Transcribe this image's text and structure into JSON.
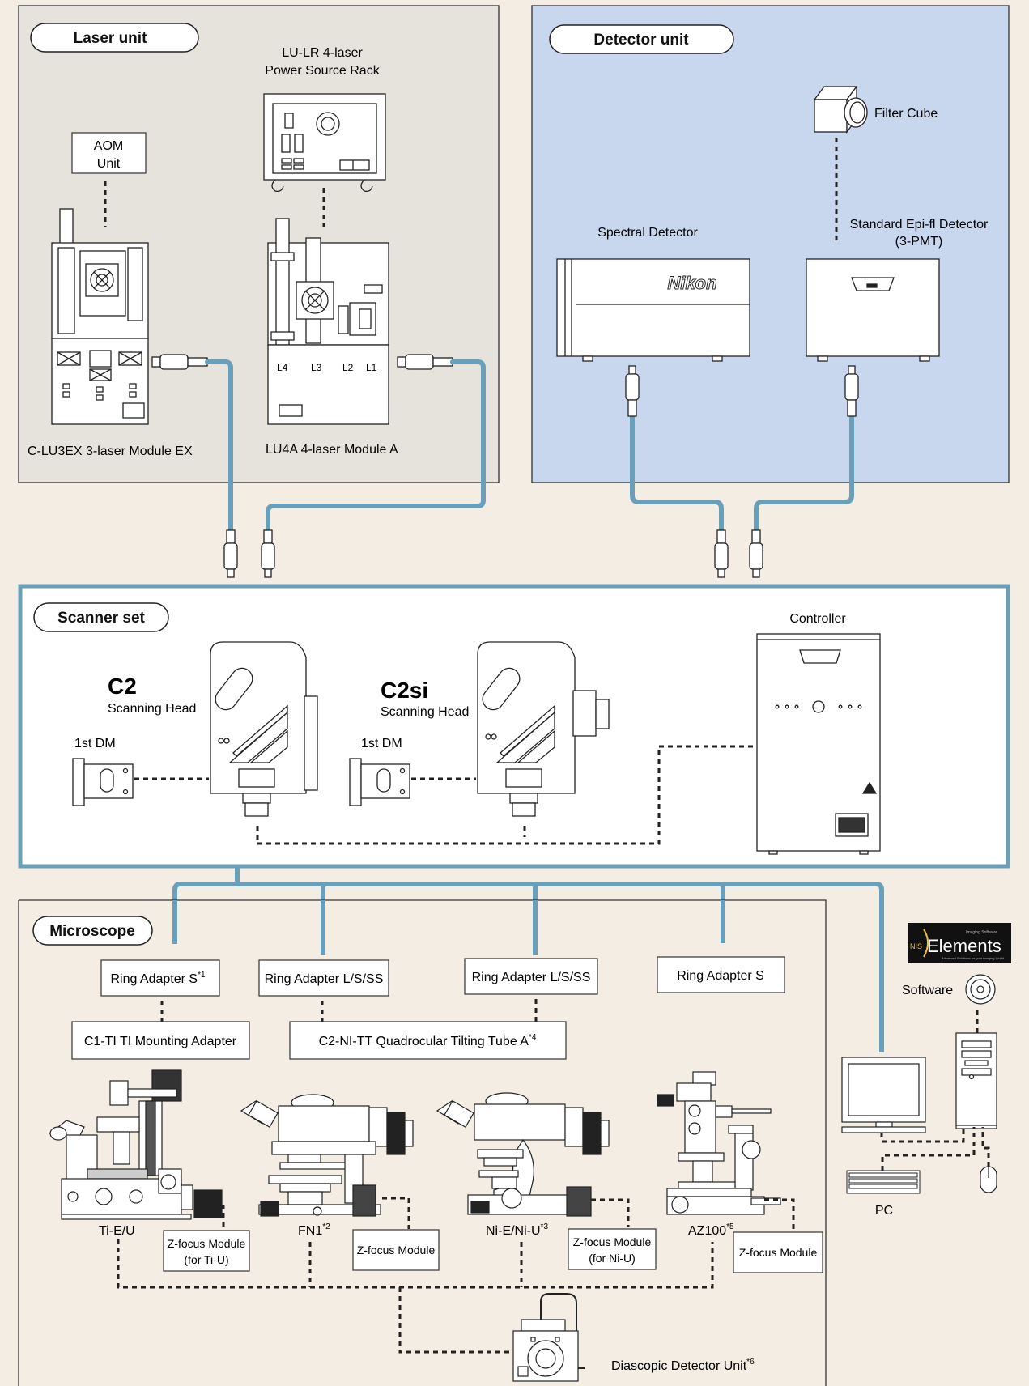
{
  "sections": {
    "laser_unit": "Laser unit",
    "detector_unit": "Detector unit",
    "scanner_set": "Scanner set",
    "microscope": "Microscope"
  },
  "laser": {
    "rack_line1": "LU-LR 4-laser",
    "rack_line2": "Power Source Rack",
    "aom_line1": "AOM",
    "aom_line2": "Unit",
    "module_ex": "C-LU3EX 3-laser Module EX",
    "module_a": "LU4A 4-laser Module A",
    "ports": [
      "L4",
      "L3",
      "L2",
      "L1"
    ]
  },
  "detector": {
    "filter_cube": "Filter Cube",
    "spectral": "Spectral Detector",
    "standard_line1": "Standard Epi-fl Detector",
    "standard_line2": "(3-PMT)",
    "brand": "Nikon"
  },
  "scanner": {
    "c2_title": "C2",
    "c2_sub": "Scanning Head",
    "c2si_title": "C2si",
    "c2si_sub": "Scanning Head",
    "dm": "1st DM",
    "controller": "Controller"
  },
  "microscope": {
    "ring_s1": "Ring Adapter S",
    "ring_s1_sup": "*1",
    "ring_lss_a": "Ring Adapter L/S/SS",
    "ring_lss_b": "Ring Adapter L/S/SS",
    "ring_s": "Ring Adapter S",
    "ti_mount": "C1-TI TI Mounting Adapter",
    "tilt_tube": "C2-NI-TT Quadrocular Tilting Tube A",
    "tilt_tube_sup": "*4",
    "ti": "Ti-E/U",
    "fn1": "FN1",
    "fn1_sup": "*2",
    "ni": "Ni-E/Ni-U",
    "ni_sup": "*3",
    "az": "AZ100",
    "az_sup": "*5",
    "zfocus_ti_1": "Z-focus Module",
    "zfocus_ti_2": "(for Ti-U)",
    "zfocus_fn": "Z-focus Module",
    "zfocus_ni_1": "Z-focus Module",
    "zfocus_ni_2": "(for Ni-U)",
    "zfocus_az": "Z-focus Module",
    "diascopic": "Diascopic Detector Unit",
    "diascopic_sup": "*6"
  },
  "pc": {
    "software": "Software",
    "pc": "PC",
    "logo_top": "Imaging Software",
    "logo_nis": "NIS",
    "logo_main": "Elements",
    "logo_tag": "Advanced Solutions for your Imaging World"
  },
  "colors": {
    "laser_bg": "#e6e2dc",
    "detector_bg": "#c9d7ee",
    "cable": "#6a9fb9",
    "page_bg": "#f3ede3"
  }
}
